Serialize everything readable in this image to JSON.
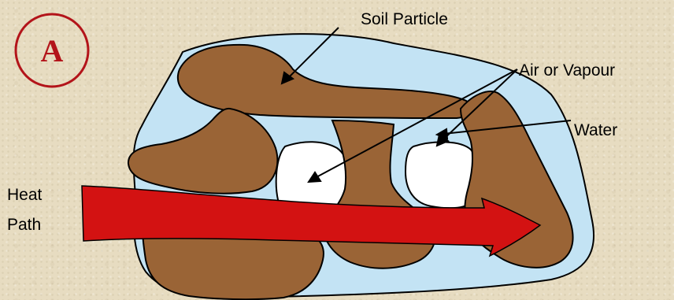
{
  "badge": {
    "letter": "A"
  },
  "labels": {
    "soil_particle": "Soil Particle",
    "air_or_vapour": "Air or Vapour",
    "water": "Water",
    "heat_line1": "Heat",
    "heat_line2": "Path"
  },
  "colors": {
    "soil": "#9a6436",
    "water": "#c3e3f4",
    "air": "#ffffff",
    "heat_arrow": "#d31212",
    "badge": "#b3141a"
  }
}
